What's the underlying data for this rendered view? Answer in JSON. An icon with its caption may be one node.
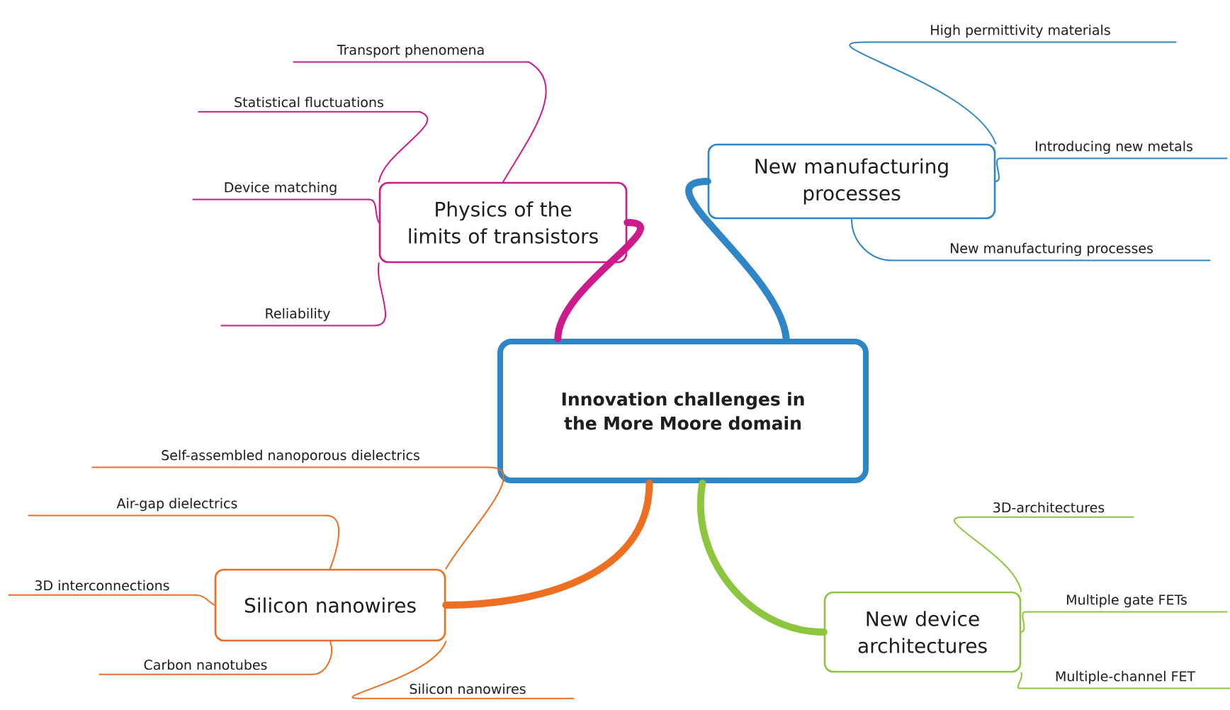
{
  "diagram": {
    "nodes": [
      {
        "text": [
          "Innovation challenges in the More Moore domain"
        ]
      },
      {
        "text": [
          "Physics of the limits of transistors"
        ]
      },
      {
        "text": [
          "New manufacturing processes"
        ]
      },
      {
        "text": [
          "Silicon nanowires"
        ]
      },
      {
        "text": [
          "New device architectures"
        ]
      },
      {
        "text": [
          "Transport phenomena"
        ]
      },
      {
        "text": [
          "Statistical fluctuations"
        ]
      },
      {
        "text": [
          "Device matching"
        ]
      },
      {
        "text": [
          "Reliability"
        ]
      },
      {
        "text": [
          "High permittivity materials"
        ]
      },
      {
        "text": [
          "Introducing new metals"
        ]
      },
      {
        "text": [
          "New manufacturing processes"
        ]
      },
      {
        "text": [
          "Self-assembled nanoporous dielectrics"
        ]
      },
      {
        "text": [
          "Air-gap dielectrics"
        ]
      },
      {
        "text": [
          "3D interconnections"
        ]
      },
      {
        "text": [
          "Carbon nanotubes"
        ]
      },
      {
        "text": [
          "Silicon nanowires"
        ]
      },
      {
        "text": [
          "3D-architectures"
        ]
      },
      {
        "text": [
          "Multiple gate FETs"
        ]
      },
      {
        "text": [
          "Multiple-channel FET"
        ]
      }
    ],
    "edges": [
      {
        "from": 0,
        "to": 1,
        "arrow": "none",
        "style": "thick",
        "color": "#cc1b8a"
      },
      {
        "from": 0,
        "to": 2,
        "arrow": "none",
        "style": "thick",
        "color": "#2f86c6"
      },
      {
        "from": 0,
        "to": 3,
        "arrow": "none",
        "style": "thick",
        "color": "#ee6f22"
      },
      {
        "from": 0,
        "to": 4,
        "arrow": "none",
        "style": "thick",
        "color": "#8cc63f"
      },
      {
        "from": 1,
        "to": 5,
        "arrow": "none",
        "color": "#cc1b8a"
      },
      {
        "from": 1,
        "to": 6,
        "arrow": "none",
        "color": "#cc1b8a"
      },
      {
        "from": 1,
        "to": 7,
        "arrow": "none",
        "color": "#cc1b8a"
      },
      {
        "from": 1,
        "to": 8,
        "arrow": "none",
        "color": "#cc1b8a"
      },
      {
        "from": 2,
        "to": 9,
        "arrow": "none",
        "color": "#2f86c6"
      },
      {
        "from": 2,
        "to": 10,
        "arrow": "none",
        "color": "#2f86c6"
      },
      {
        "from": 2,
        "to": 11,
        "arrow": "none",
        "color": "#2f86c6"
      },
      {
        "from": 3,
        "to": 12,
        "arrow": "none",
        "color": "#ee6f22"
      },
      {
        "from": 3,
        "to": 13,
        "arrow": "none",
        "color": "#ee6f22"
      },
      {
        "from": 3,
        "to": 14,
        "arrow": "none",
        "color": "#ee6f22"
      },
      {
        "from": 3,
        "to": 15,
        "arrow": "none",
        "color": "#ee6f22"
      },
      {
        "from": 3,
        "to": 16,
        "arrow": "none",
        "color": "#ee6f22"
      },
      {
        "from": 4,
        "to": 17,
        "arrow": "none",
        "color": "#8cc63f"
      },
      {
        "from": 4,
        "to": 18,
        "arrow": "none",
        "color": "#8cc63f"
      },
      {
        "from": 4,
        "to": 19,
        "arrow": "none",
        "color": "#8cc63f"
      }
    ]
  }
}
